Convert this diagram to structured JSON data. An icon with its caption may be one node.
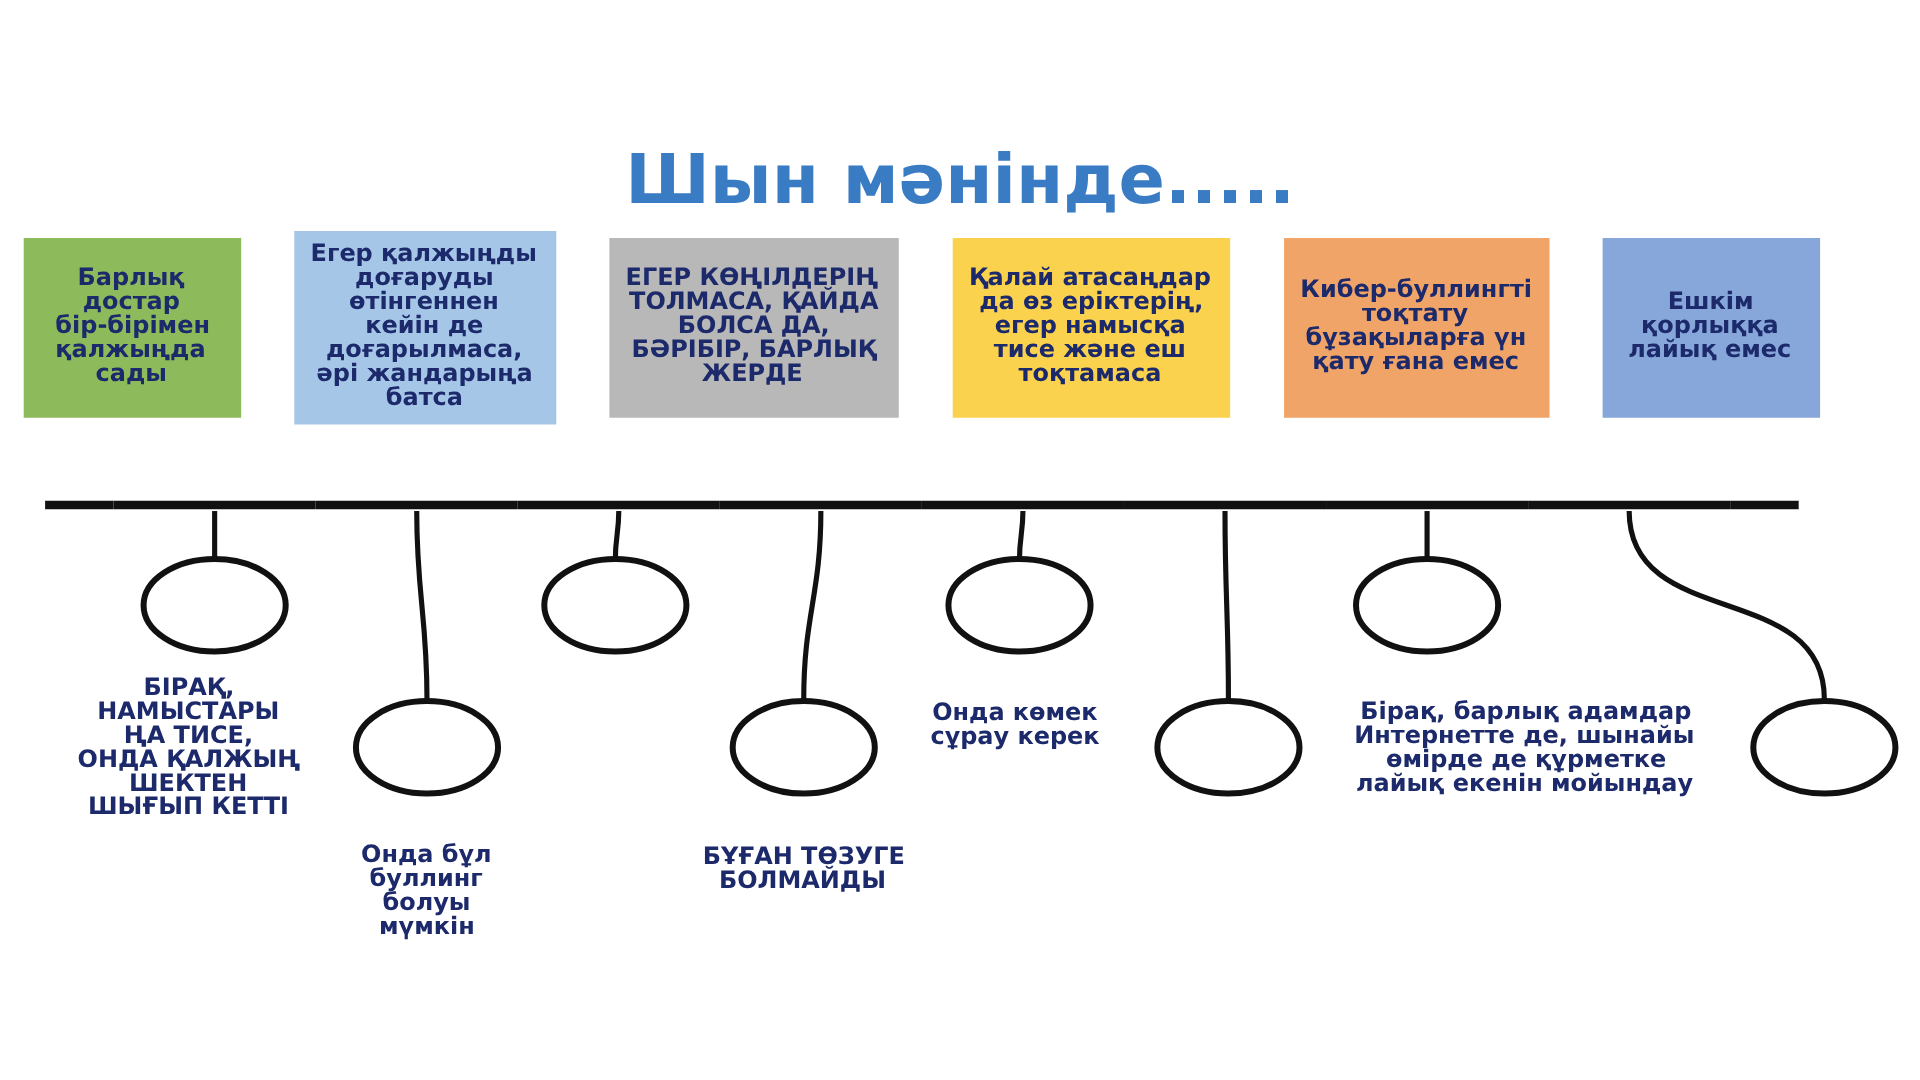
{
  "diagram": {
    "title": "Шын мәнінде.....",
    "nodes": [
      {
        "text": [
          "Барлық достар бір-бірімен қалжыңда сады"
        ]
      },
      {
        "text": [
          "Егер қалжыңды доғаруды өтінгеннен кейін де доғарылмаса, әрі жандарыңа батса"
        ]
      },
      {
        "text": [
          "ЕГЕР КӨҢІЛДЕРІҢ ТОЛМАСА, ҚАЙДА БОЛСА ДА, БӘРІБІР, БАРЛЫҚ ЖЕРДЕ"
        ]
      },
      {
        "text": [
          "Қалай атасаңдар да өз еріктерің, егер намысқа тисе және еш тоқтамаса"
        ]
      },
      {
        "text": [
          "Кибер-буллингті тоқтату бұзақыларға үн қату ғана емес"
        ]
      },
      {
        "text": [
          "Ешкім қорлыққа лайық емес"
        ]
      },
      {
        "text": [],
        "shape": "bar"
      },
      {
        "text": [],
        "shape": "circle",
        "beside": [
          "БІРАҚ, НАМЫСТАРЫ ҢА ТИСЕ, ОНДА ҚАЛЖЫҢ ШЕКТЕН ШЫҒЫП КЕТТІ"
        ]
      },
      {
        "text": [],
        "shape": "circle",
        "beside": [
          "Онда бұл буллинг болуы мүмкін"
        ]
      },
      {
        "text": [],
        "shape": "circle"
      },
      {
        "text": [],
        "shape": "circle",
        "beside": [
          "БҰҒАН ТӨЗУГЕ БОЛМАЙДЫ"
        ]
      },
      {
        "text": [],
        "shape": "circle",
        "beside": [
          "Онда көмек сұрау керек"
        ]
      },
      {
        "text": [],
        "shape": "circle"
      },
      {
        "text": [],
        "shape": "circle",
        "beside": [
          "Бірақ, барлық адамдар Интернетте де, шынайы өмірде де құрметке лайық екенін мойындау"
        ]
      },
      {
        "text": [],
        "shape": "circle"
      }
    ],
    "edges": [
      {
        "from": 6,
        "to": 7,
        "arrow": "none"
      },
      {
        "from": 6,
        "to": 8,
        "arrow": "none"
      },
      {
        "from": 6,
        "to": 9,
        "arrow": "none"
      },
      {
        "from": 6,
        "to": 10,
        "arrow": "none"
      },
      {
        "from": 6,
        "to": 11,
        "arrow": "none"
      },
      {
        "from": 6,
        "to": 12,
        "arrow": "none"
      },
      {
        "from": 6,
        "to": 13,
        "arrow": "none"
      },
      {
        "from": 6,
        "to": 14,
        "arrow": "none"
      }
    ]
  }
}
